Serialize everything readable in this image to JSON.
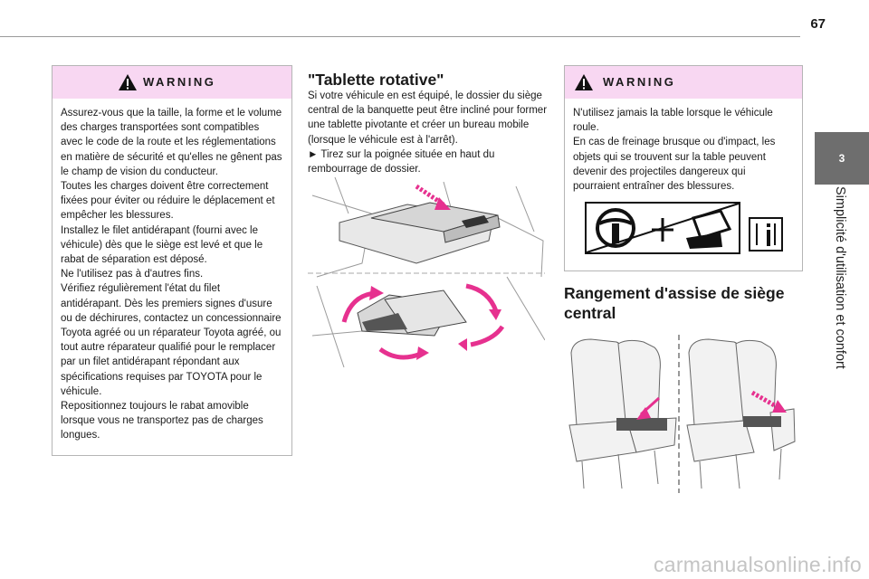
{
  "page_number": "67",
  "chapter": {
    "number": "3",
    "title": "Simplicité d'utilisation et confort"
  },
  "warning1": {
    "title": "WARNING",
    "paragraphs": [
      "Assurez-vous que la taille, la forme et le volume des charges transportées sont compatibles avec le code de la route et les réglementations en matière de sécurité et qu'elles ne gênent pas le champ de vision du conducteur.",
      "Toutes les charges doivent être correctement fixées pour éviter ou réduire le déplacement et empêcher les blessures.",
      "Installez le filet antidérapant (fourni avec le véhicule) dès que le siège est levé et que le rabat de séparation est déposé.",
      "Ne l'utilisez pas à d'autres fins.",
      "Vérifiez régulièrement l'état du filet antidérapant. Dès les premiers signes d'usure ou de déchirures, contactez un concessionnaire Toyota agréé ou un réparateur Toyota agréé, ou tout autre réparateur qualifié pour le remplacer par un filet antidérapant répondant aux spécifications requises par TOYOTA pour le véhicule.",
      "Repositionnez toujours le rabat amovible lorsque vous ne transportez pas de charges longues."
    ]
  },
  "tablette": {
    "heading": "\"Tablette rotative\"",
    "intro": "Si votre véhicule en est équipé, le dossier du siège central de la banquette peut être incliné pour former une tablette pivotante et créer un bureau mobile (lorsque le véhicule est à l'arrêt).",
    "step": "► Tirez sur la poignée située en haut du rembourrage de dossier."
  },
  "warning2": {
    "title": "WARNING",
    "paragraphs": [
      "N'utilisez jamais la table lorsque le véhicule roule.",
      "En cas de freinage brusque ou d'impact, les objets qui se trouvent sur la table peuvent devenir des projectiles dangereux qui pourraient entraîner des blessures."
    ]
  },
  "rangement": {
    "heading": "Rangement d'assise de siège central"
  },
  "footer": {
    "watermark": "carmanualsonline.info"
  },
  "colors": {
    "warning_header": "#f8d7f2",
    "side_tab": "#6e6e6e",
    "arrow_magenta": "#e6318f"
  }
}
